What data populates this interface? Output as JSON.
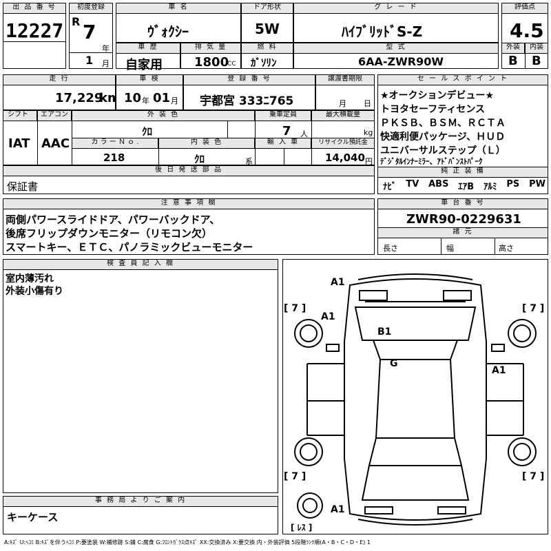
{
  "top": {
    "lot_label": "出 品 番 号",
    "lot_no": "12227",
    "reg_label": "初度登録",
    "era": "R",
    "year": "7",
    "year_unit": "年",
    "month": "1",
    "month_unit": "月",
    "name_label": "車 名",
    "name": "ｳﾞｫｸｼｰ",
    "door_label": "ドア形状",
    "door": "5W",
    "grade_label": "グ レ ー ド",
    "grade": "ﾊｲﾌﾞﾘｯﾄﾞS-Z",
    "score_label": "評価点",
    "score": "4.5",
    "history_label": "車 歴",
    "history": "自家用",
    "disp_label": "排 気 量",
    "disp": "1800",
    "disp_unit": "CC",
    "fuel_label": "燃 料",
    "fuel": "ｶﾞｿﾘﾝ",
    "model_label": "型 式",
    "model": "6AA-ZWR90W",
    "ext_label": "外装",
    "ext_grade": "B",
    "int_label": "内装",
    "int_grade": "B"
  },
  "row2": {
    "mileage_label": "走 行",
    "mileage": "17,229",
    "mileage_unit": "km",
    "inspect_label": "車 検",
    "inspect_y": "10",
    "inspect_y_unit": "年",
    "inspect_m": "01",
    "inspect_m_unit": "月",
    "plate_label": "登 録 番 号",
    "plate": "宇都宮 333ﾆ765",
    "transfer_label": "譲渡書期限",
    "transfer_m_unit": "月",
    "transfer_d_unit": "日",
    "shift_label": "シフト",
    "shift": "IAT",
    "ac_label": "エアコン",
    "ac": "AAC",
    "color_label": "外 装 色",
    "color": "ｸﾛ",
    "capacity_label": "乗車定員",
    "capacity": "7",
    "capacity_unit": "人",
    "load_label": "最大積載量",
    "load_unit": "kg",
    "colorno_label": "カ ラ ー Ｎ ｏ .",
    "colorno": "218",
    "intcolor_label": "内 装 色",
    "intcolor": "ｸﾛ",
    "intcolor_unit": "系",
    "import_label": "輸 入 車",
    "recycle_label": "リサイクル預託金",
    "recycle": "14,040",
    "recycle_unit": "円"
  },
  "sales": {
    "label": "セ ー ル ス ポ イ ン ト",
    "lines": [
      "★オークションデビュー★",
      "トヨタセーフティセンス",
      "ＰＫＳＢ、ＢＳＭ、ＲＣＴＡ",
      "快適利便パッケージ、ＨＵＤ",
      "ユニバーサルステップ（Ｌ）",
      "ﾃﾞｼﾞﾀﾙｲﾝﾅｰﾐﾗｰ、ｱﾄﾞﾊﾞﾝｽﾄﾊﾟｰｸ"
    ]
  },
  "equip": {
    "label": "純 正 装 備",
    "items": [
      "ﾅﾋﾞ",
      "TV",
      "ABS",
      "ｴｱB",
      "ｱﾙﾐ",
      "PS",
      "PW"
    ]
  },
  "later": {
    "label": "後 日 発 送 部 品",
    "text": "保証書"
  },
  "notes": {
    "label": "注 意 事 項 欄",
    "lines": [
      "両側パワースライドドア、パワーバックドア、",
      "後席フリップダウンモニター（リモコン欠）",
      "スマートキー、ＥＴＣ、パノラミックビューモニター"
    ]
  },
  "chassis": {
    "label": "車 台 番 号",
    "value": "ZWR90-0229631"
  },
  "dims": {
    "label": "諸 元",
    "length": "長さ",
    "width": "幅",
    "height": "高さ"
  },
  "inspector": {
    "label": "検 査 員 記 入 欄",
    "lines": [
      "室内薄汚れ",
      "外装小傷有り"
    ]
  },
  "office": {
    "label": "事 務 局 よ り ご 案 内",
    "text": "キーケース"
  },
  "diagram": {
    "marks": [
      "A1",
      "A1",
      "B1",
      "G",
      "A1",
      "A1"
    ],
    "tires": [
      "[ 7 ]",
      "[ 7 ]",
      "[ 7 ]",
      "[ 7 ]"
    ],
    "spare": "[ ﾚｽ ]"
  },
  "legend": "A:ｷｽﾞ U:ﾍｺﾐ B:ｷｽﾞを伴うﾍｺﾐ P:要塗装 W:補修跡 S:錆 C:腐食 G:ﾌﾛﾝﾄｶﾞﾗｽ点ｷｽﾞ XX:交換済み X:要交換  内・外装評価 5段階ﾗﾝｸ順(A・B・C・D・E) 1"
}
